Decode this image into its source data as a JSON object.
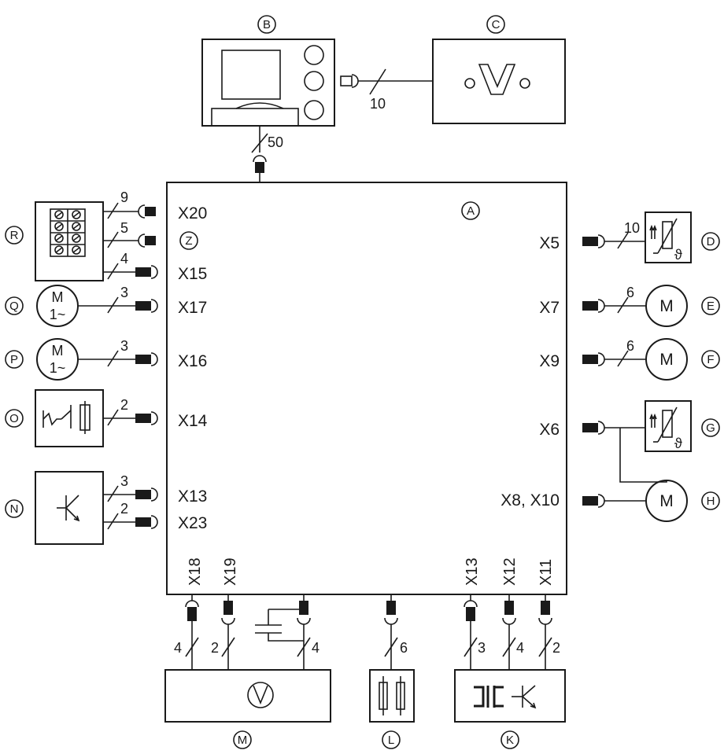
{
  "components": {
    "A": "A",
    "B": "B",
    "C": "C",
    "D": "D",
    "E": "E",
    "F": "F",
    "G": "G",
    "H": "H",
    "K": "K",
    "L": "L",
    "M": "M",
    "N": "N",
    "O": "O",
    "P": "P",
    "Q": "Q",
    "R": "R",
    "Z": "Z"
  },
  "ports_left": [
    "X20",
    "X15",
    "X17",
    "X16",
    "X14",
    "X13",
    "X23"
  ],
  "ports_right": [
    "X5",
    "X7",
    "X9",
    "X6",
    "X8, X10"
  ],
  "ports_bottom": [
    "X18",
    "X19",
    "X13",
    "X12",
    "X11"
  ],
  "wire_counts": {
    "bc": "10",
    "b_a": "50",
    "r1": "9",
    "r2": "5",
    "r3": "4",
    "q": "3",
    "p": "3",
    "o": "2",
    "n1": "3",
    "n2": "2",
    "d": "10",
    "e": "6",
    "f": "6",
    "m1": "4",
    "m2": "2",
    "m3": "4",
    "l": "6",
    "k1": "3",
    "k2": "4",
    "k3": "2"
  },
  "motor_labels": {
    "m": "M",
    "phase": "1~"
  }
}
